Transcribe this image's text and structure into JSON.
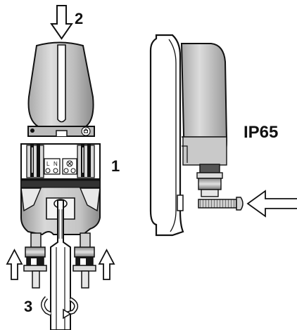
{
  "labels": {
    "step_1": "1",
    "step_2": "2",
    "step_3": "3",
    "rating": "IP65",
    "terminal_l": "L",
    "terminal_n": "N"
  },
  "icons": [
    "arrow-down-icon",
    "arrow-up-icon",
    "arrow-left-icon",
    "rotate-icon",
    "earth-symbol-icon",
    "lock-symbol-icon"
  ]
}
